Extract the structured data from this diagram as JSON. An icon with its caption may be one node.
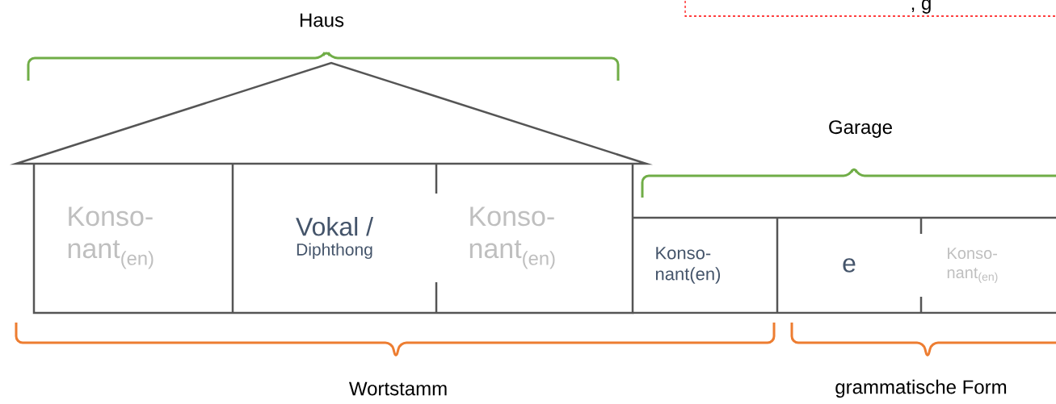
{
  "diagram": {
    "nodes": [
      {
        "text": [
          "Konso- nant$_{(en)}$"
        ]
      },
      {
        "text": [
          "Vokal /",
          "Diphthong"
        ]
      },
      {
        "text": [
          "Konso- nant$_{(en)}$"
        ]
      },
      {
        "text": [
          "Konso- nant(en)"
        ]
      },
      {
        "text": [
          "e"
        ]
      },
      {
        "text": [
          "Konso- nant$_{(en)}$"
        ]
      }
    ],
    "edges": [],
    "labels": [
      ", g",
      "Haus",
      "Garage",
      "Wortstamm",
      "grammatische Form"
    ]
  }
}
